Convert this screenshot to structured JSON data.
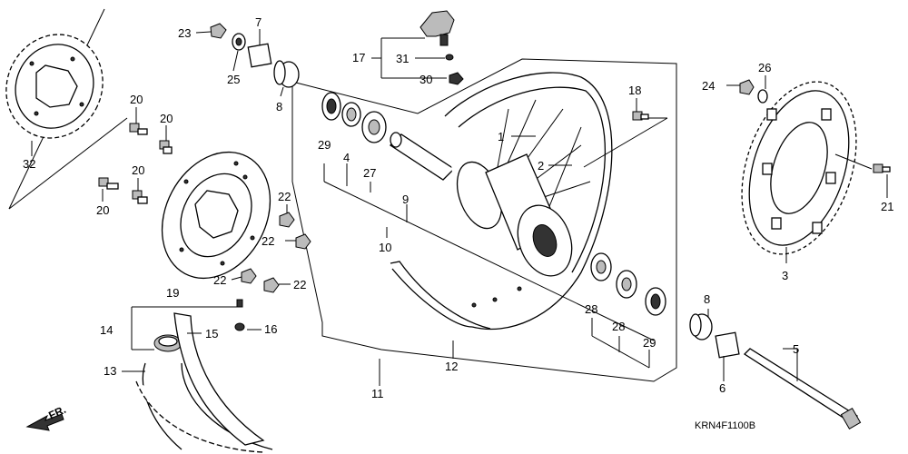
{
  "diagram": {
    "labels": {
      "p1": "1",
      "p2": "2",
      "p3": "3",
      "p4": "4",
      "p5": "5",
      "p6": "6",
      "p7": "7",
      "p8a": "8",
      "p8b": "8",
      "p9": "9",
      "p10": "10",
      "p11": "11",
      "p12": "12",
      "p13": "13",
      "p14": "14",
      "p15": "15",
      "p16": "16",
      "p17": "17",
      "p18": "18",
      "p19": "19",
      "p20a": "20",
      "p20b": "20",
      "p20c": "20",
      "p20d": "20",
      "p21": "21",
      "p22a": "22",
      "p22b": "22",
      "p22c": "22",
      "p22d": "22",
      "p23": "23",
      "p24": "24",
      "p25": "25",
      "p26": "26",
      "p27": "27",
      "p28a": "28",
      "p28b": "28",
      "p29a": "29",
      "p29b": "29",
      "p30": "30",
      "p31": "31",
      "p32": "32"
    },
    "direction_label": "FR.",
    "diagram_code": "KRN4F1100B"
  }
}
